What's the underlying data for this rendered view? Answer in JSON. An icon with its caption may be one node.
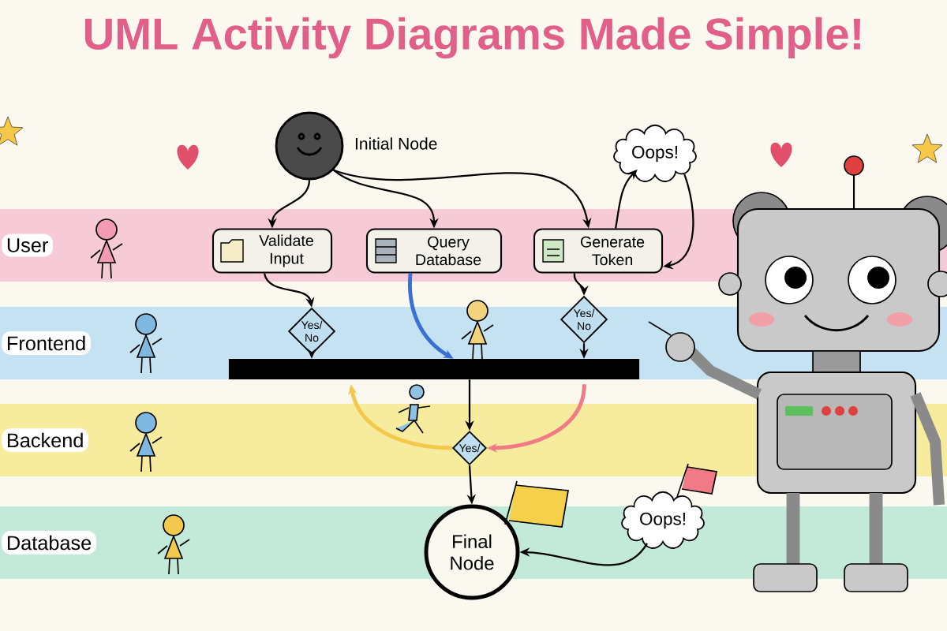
{
  "diagram": {
    "title": "UML Activity Diagrams Made Simple!",
    "nodes": [
      {
        "text": [],
        "shape": "circle",
        "beside": [
          "Initial Node"
        ]
      },
      {
        "text": [
          "Validate Input"
        ]
      },
      {
        "text": [
          "Query Database"
        ]
      },
      {
        "text": [
          "Generate Token"
        ]
      },
      {
        "text": [
          "Oops!"
        ]
      },
      {
        "text": [
          "Yes/ No"
        ]
      },
      {
        "text": [
          "Yes/ No"
        ]
      },
      {
        "text": [],
        "shape": "bar"
      },
      {
        "text": [
          "Yes/"
        ]
      },
      {
        "text": [
          "Final Node"
        ]
      },
      {
        "text": [
          "Oops!"
        ]
      }
    ],
    "edges": [
      {
        "from": 0,
        "to": 1,
        "arrow": "to"
      },
      {
        "from": 0,
        "to": 2,
        "arrow": "to"
      },
      {
        "from": 0,
        "to": 3,
        "arrow": "to"
      },
      {
        "from": 3,
        "to": 4,
        "arrow": "to"
      },
      {
        "from": 4,
        "to": 3,
        "arrow": "to"
      },
      {
        "from": 1,
        "to": 5,
        "arrow": "to"
      },
      {
        "from": 5,
        "to": 7,
        "arrow": "to"
      },
      {
        "from": 2,
        "to": 7,
        "arrow": "to",
        "style": "thick",
        "color": "#3b6fd4"
      },
      {
        "from": 3,
        "to": 6,
        "arrow": "to"
      },
      {
        "from": 6,
        "to": 7,
        "arrow": "to"
      },
      {
        "from": 7,
        "to": 8,
        "arrow": "to"
      },
      {
        "from": 8,
        "to": 7,
        "arrow": "to",
        "style": "thick",
        "color": "#f2c94c"
      },
      {
        "from": 7,
        "to": 8,
        "arrow": "to",
        "style": "thick",
        "color": "#f07a85"
      },
      {
        "from": 8,
        "to": 9,
        "arrow": "to"
      },
      {
        "from": 10,
        "to": 9,
        "arrow": "to"
      }
    ],
    "labels": [
      "User",
      "Frontend",
      "Backend",
      "Database"
    ]
  }
}
